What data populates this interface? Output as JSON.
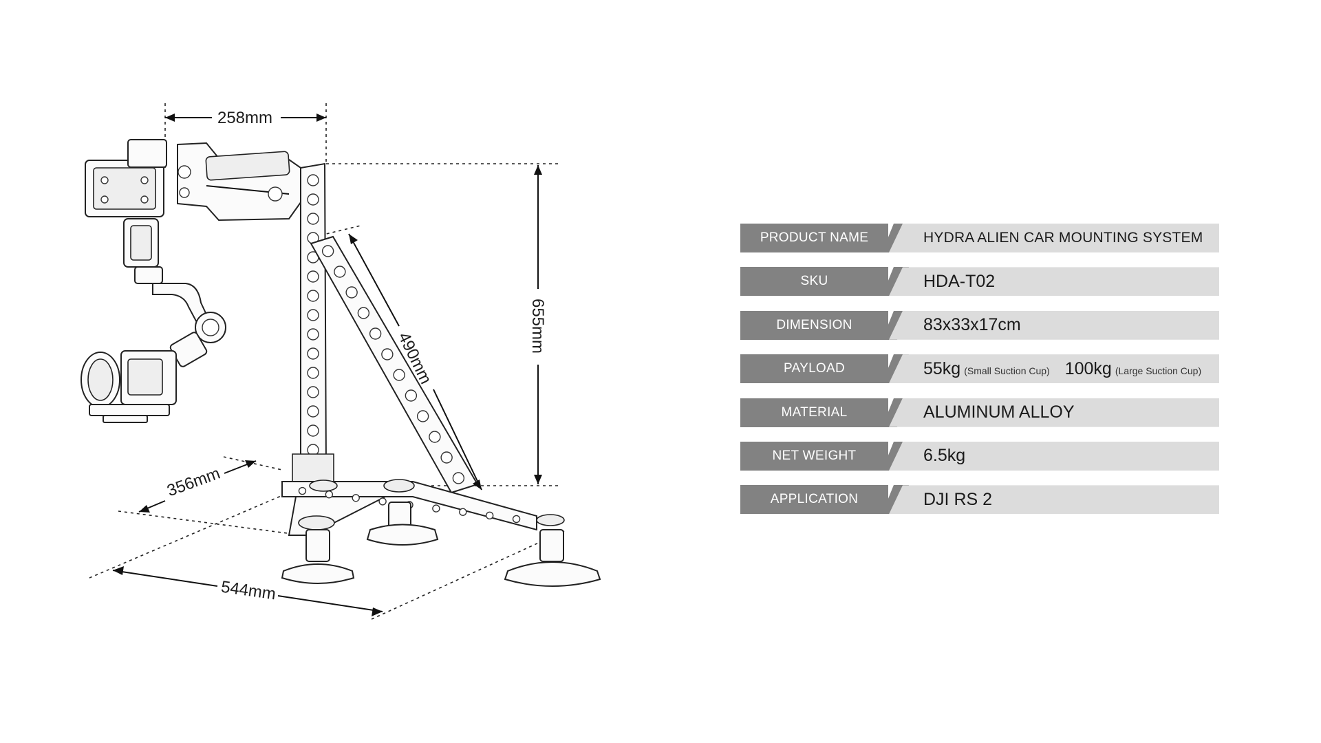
{
  "dimensions": {
    "top_width": "258mm",
    "height": "655mm",
    "brace_length": "490mm",
    "base_depth": "356mm",
    "base_width": "544mm"
  },
  "specs": [
    {
      "label": "PRODUCT NAME",
      "value": "HYDRA ALIEN CAR MOUNTING SYSTEM"
    },
    {
      "label": "SKU",
      "value": "HDA-T02"
    },
    {
      "label": "DIMENSION",
      "value": "83x33x17cm"
    },
    {
      "label": "PAYLOAD",
      "value_a": "55kg",
      "note_a": "(Small Suction Cup)",
      "value_b": "100kg",
      "note_b": "(Large Suction Cup)"
    },
    {
      "label": "MATERIAL",
      "value": "ALUMINUM ALLOY"
    },
    {
      "label": "NET WEIGHT",
      "value": "6.5kg"
    },
    {
      "label": "APPLICATION",
      "value": "DJI RS 2"
    }
  ],
  "colors": {
    "label_bg": "#828282",
    "value_bg": "#dcdcdc",
    "label_text": "#ffffff"
  }
}
